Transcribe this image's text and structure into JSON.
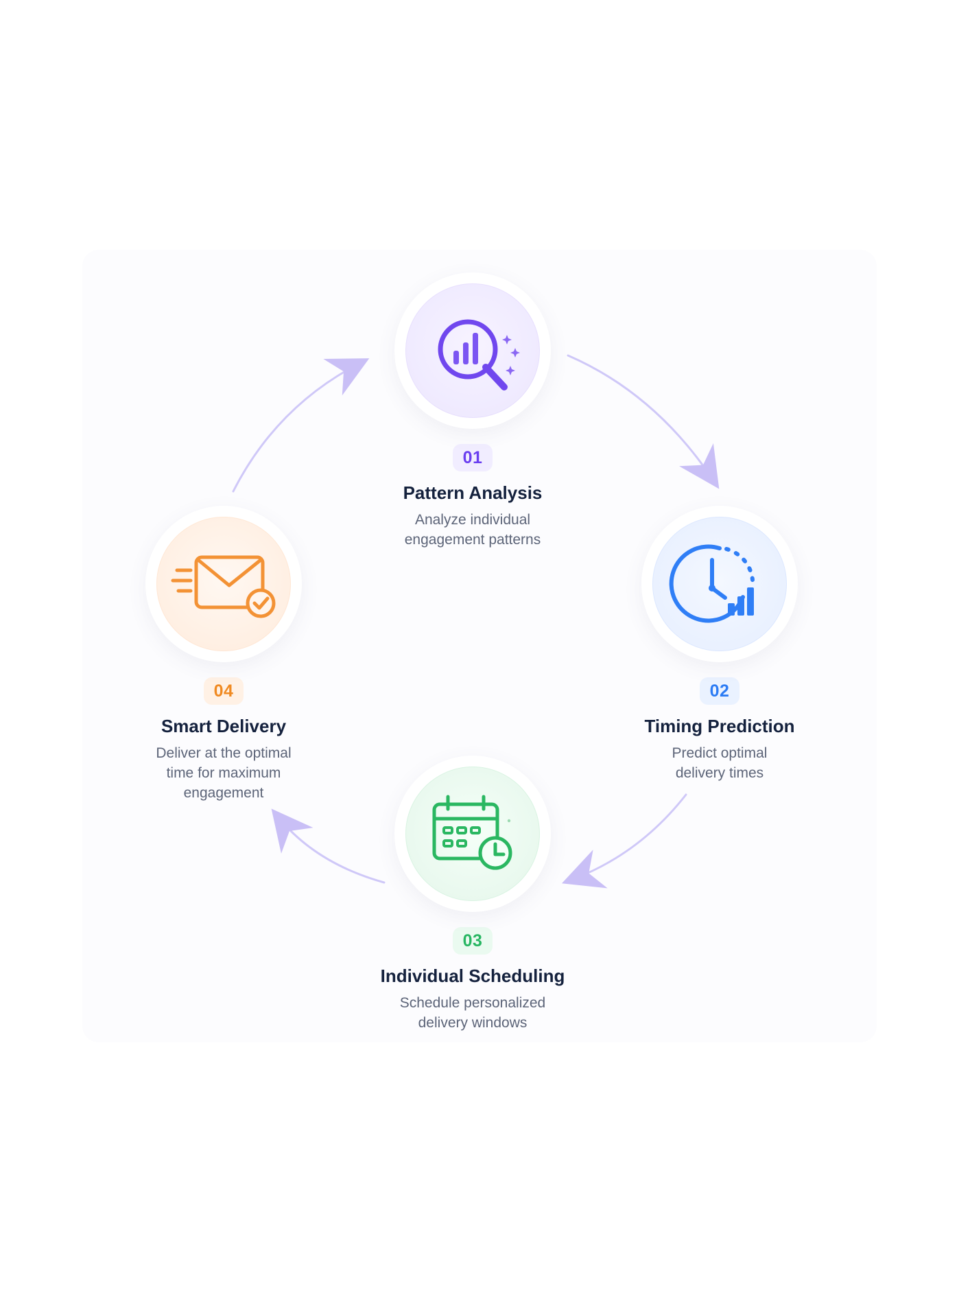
{
  "diagram": {
    "steps": [
      {
        "number": "01",
        "title": "Pattern Analysis",
        "description": "Analyze individual\nengagement patterns",
        "icon": "analytics-search-icon",
        "accent": "#6a3ff0"
      },
      {
        "number": "02",
        "title": "Timing Prediction",
        "description": "Predict optimal\ndelivery times",
        "icon": "clock-chart-icon",
        "accent": "#2b7bf4"
      },
      {
        "number": "03",
        "title": "Individual Scheduling",
        "description": "Schedule personalized\ndelivery windows",
        "icon": "calendar-clock-icon",
        "accent": "#27b662"
      },
      {
        "number": "04",
        "title": "Smart Delivery",
        "description": "Deliver at the optimal\ntime for maximum\nengagement",
        "icon": "mail-check-icon",
        "accent": "#f08a22"
      }
    ],
    "connector_color": "#c9bff6"
  }
}
